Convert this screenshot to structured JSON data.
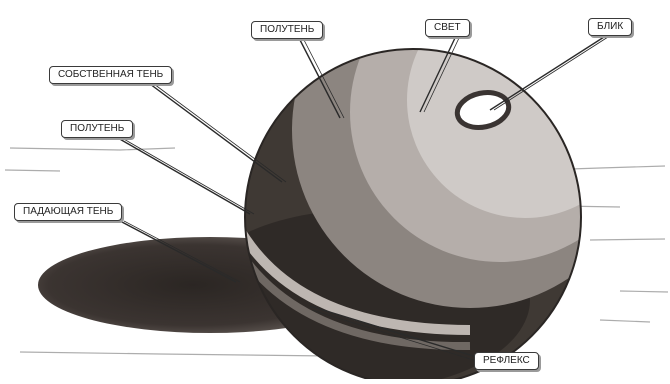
{
  "labels": {
    "penumbra_top": "ПОЛУТЕНЬ",
    "light": "СВЕТ",
    "highlight": "БЛИК",
    "own_shadow": "СОБСТВЕННАЯ ТЕНЬ",
    "penumbra_left": "ПОЛУТЕНЬ",
    "cast_shadow": "ПАДАЮЩАЯ ТЕНЬ",
    "reflex": "РЕФЛЕКС"
  },
  "colors": {
    "leader_line": "#2a2a2a",
    "label_border": "#3a3a3a"
  }
}
